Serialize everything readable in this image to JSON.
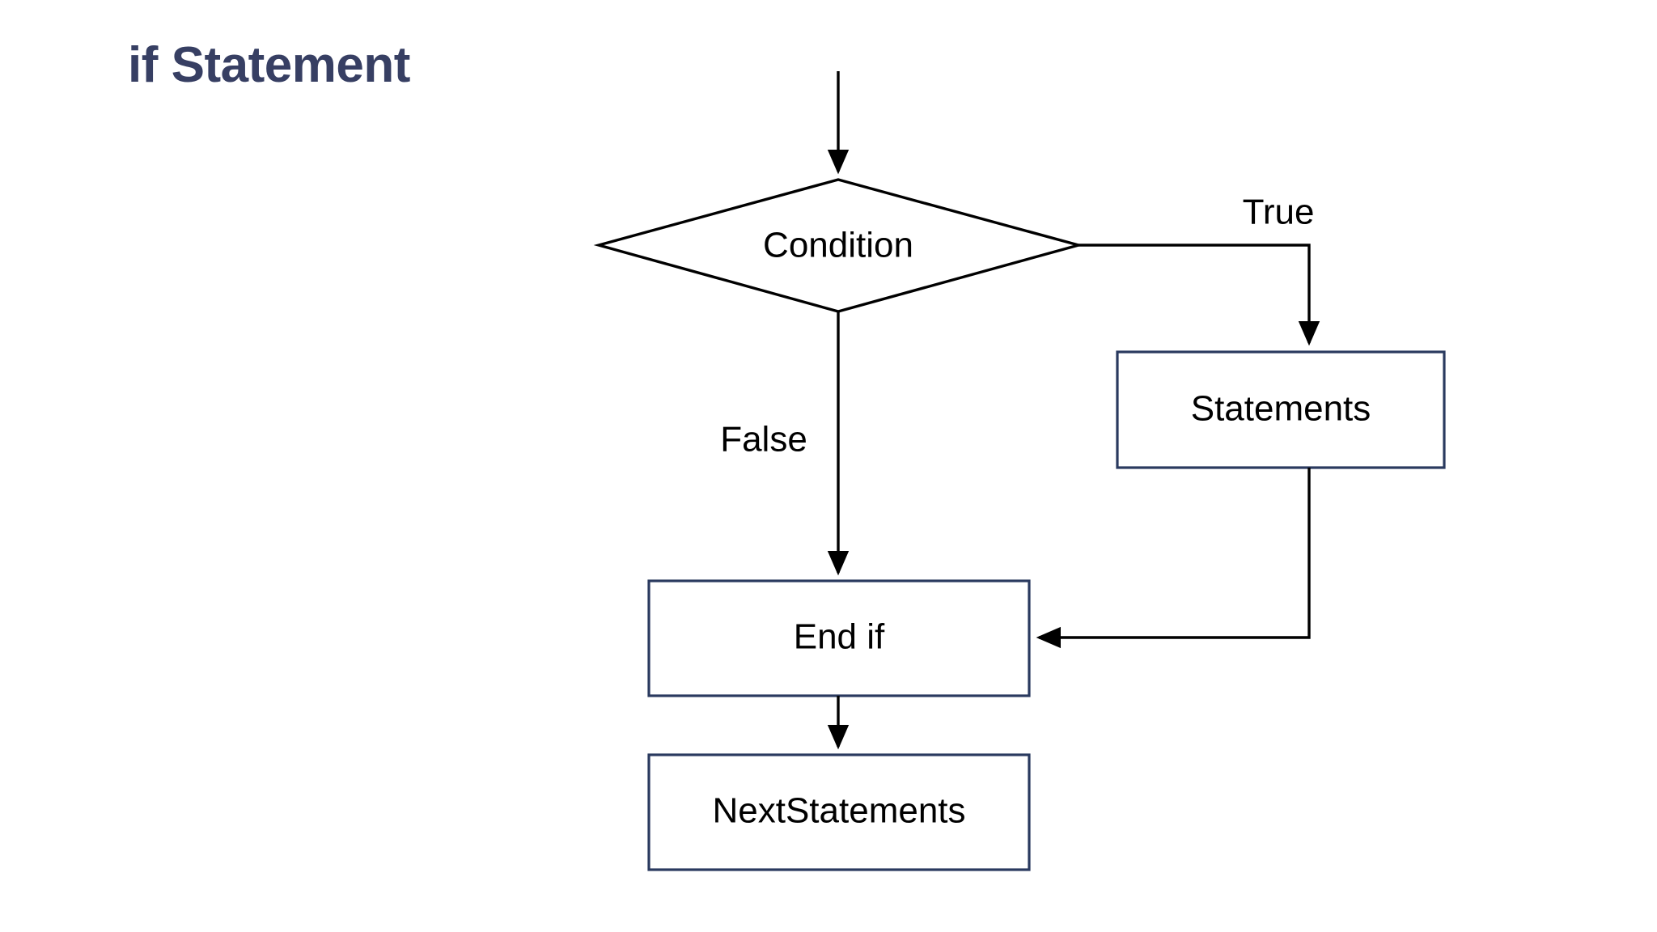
{
  "page": {
    "title": "if Statement",
    "title_color": "#373F63",
    "background_color": "#ffffff"
  },
  "diagram": {
    "type": "flowchart",
    "box_border_color": "#2A3A5F",
    "connector_color": "#000000",
    "nodes": [
      {
        "id": "condition",
        "shape": "diamond",
        "label": "Condition"
      },
      {
        "id": "statements",
        "shape": "rectangle",
        "label": "Statements"
      },
      {
        "id": "end-if",
        "shape": "rectangle",
        "label": "End if"
      },
      {
        "id": "nextstatements",
        "shape": "rectangle",
        "label": "NextStatements"
      }
    ],
    "edges": [
      {
        "id": "entry-to-condition",
        "from": "entry",
        "to": "condition",
        "label": ""
      },
      {
        "id": "condition-true",
        "from": "condition",
        "to": "statements",
        "label": "True"
      },
      {
        "id": "condition-false",
        "from": "condition",
        "to": "end-if",
        "label": "False"
      },
      {
        "id": "statements-to-end-if",
        "from": "statements",
        "to": "end-if",
        "label": ""
      },
      {
        "id": "end-if-to-nextstatements",
        "from": "end-if",
        "to": "nextstatements",
        "label": ""
      }
    ],
    "labels": {
      "true": "True",
      "false": "False"
    }
  }
}
